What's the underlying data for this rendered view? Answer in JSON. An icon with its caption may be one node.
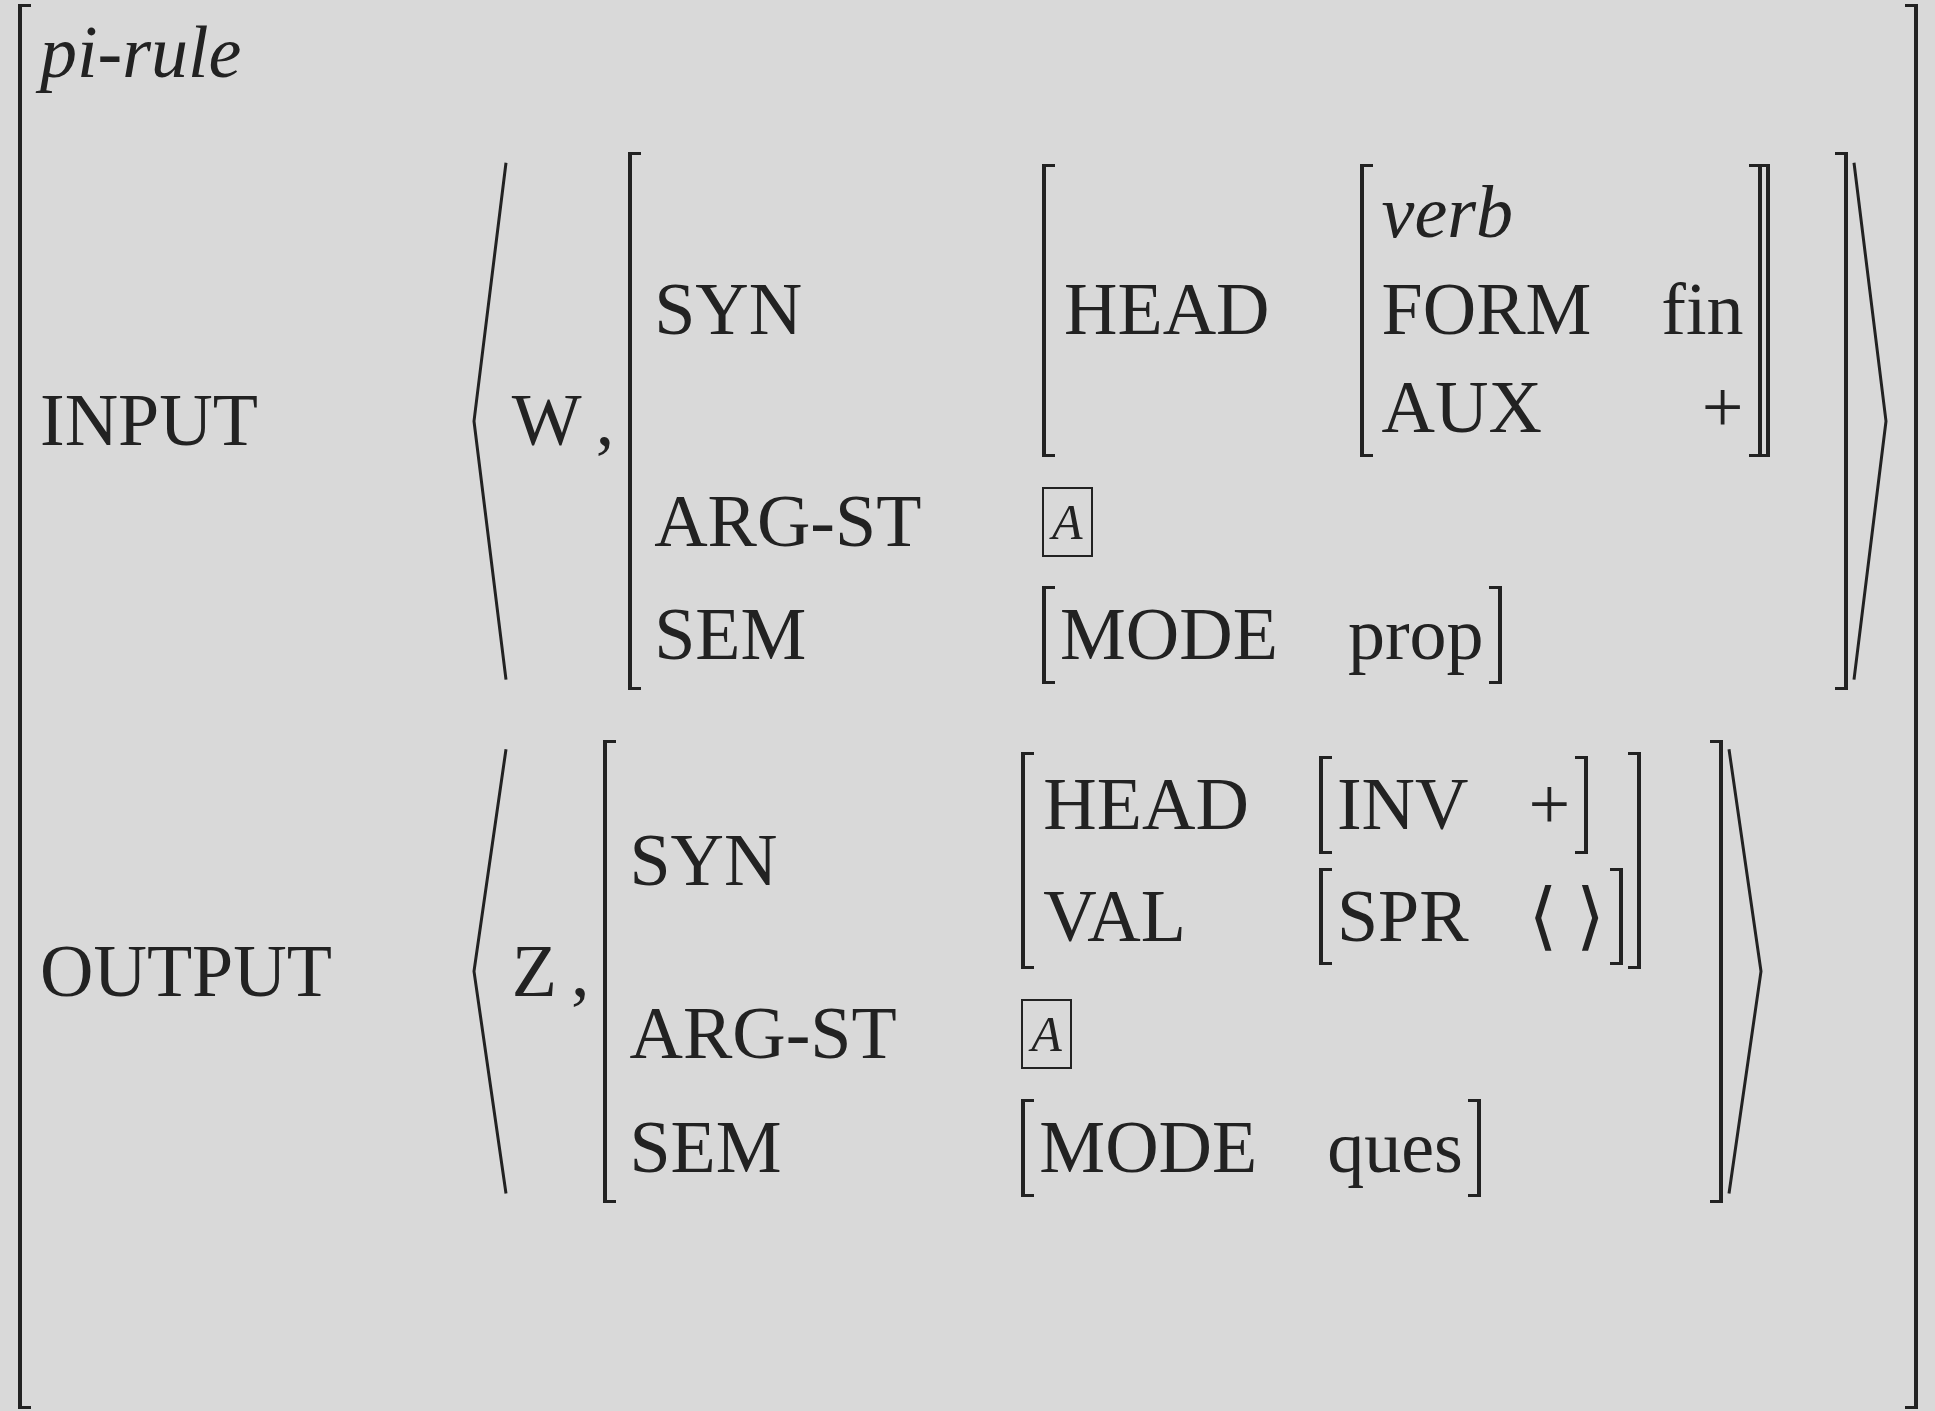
{
  "diagram": {
    "nodes": [
      {
        "text": [
          "pi-rule",
          "INPUT",
          "OUTPUT"
        ]
      },
      {
        "text": [
          "W",
          ","
        ],
        "in": 0
      },
      {
        "text": [
          "SYN",
          "ARG-ST",
          "SEM"
        ],
        "in": 1
      },
      {
        "text": [
          "HEAD"
        ],
        "in": 2
      },
      {
        "text": [
          "verb",
          "FORM",
          "fin",
          "AUX",
          "+"
        ],
        "in": 3
      },
      {
        "text": [
          "A"
        ],
        "in": 2
      },
      {
        "text": [
          "MODE",
          "prop"
        ],
        "in": 2
      },
      {
        "text": [
          "Z",
          ","
        ],
        "in": 0
      },
      {
        "text": [
          "SYN",
          "ARG-ST",
          "SEM"
        ],
        "in": 7
      },
      {
        "text": [
          "HEAD",
          "VAL"
        ],
        "in": 8
      },
      {
        "text": [
          "INV",
          "+"
        ],
        "in": 9
      },
      {
        "text": [
          "SPR",
          "⟨ ⟩"
        ],
        "in": 9
      },
      {
        "text": [
          "A"
        ],
        "in": 8
      },
      {
        "text": [
          "MODE",
          "ques"
        ],
        "in": 8
      }
    ]
  }
}
